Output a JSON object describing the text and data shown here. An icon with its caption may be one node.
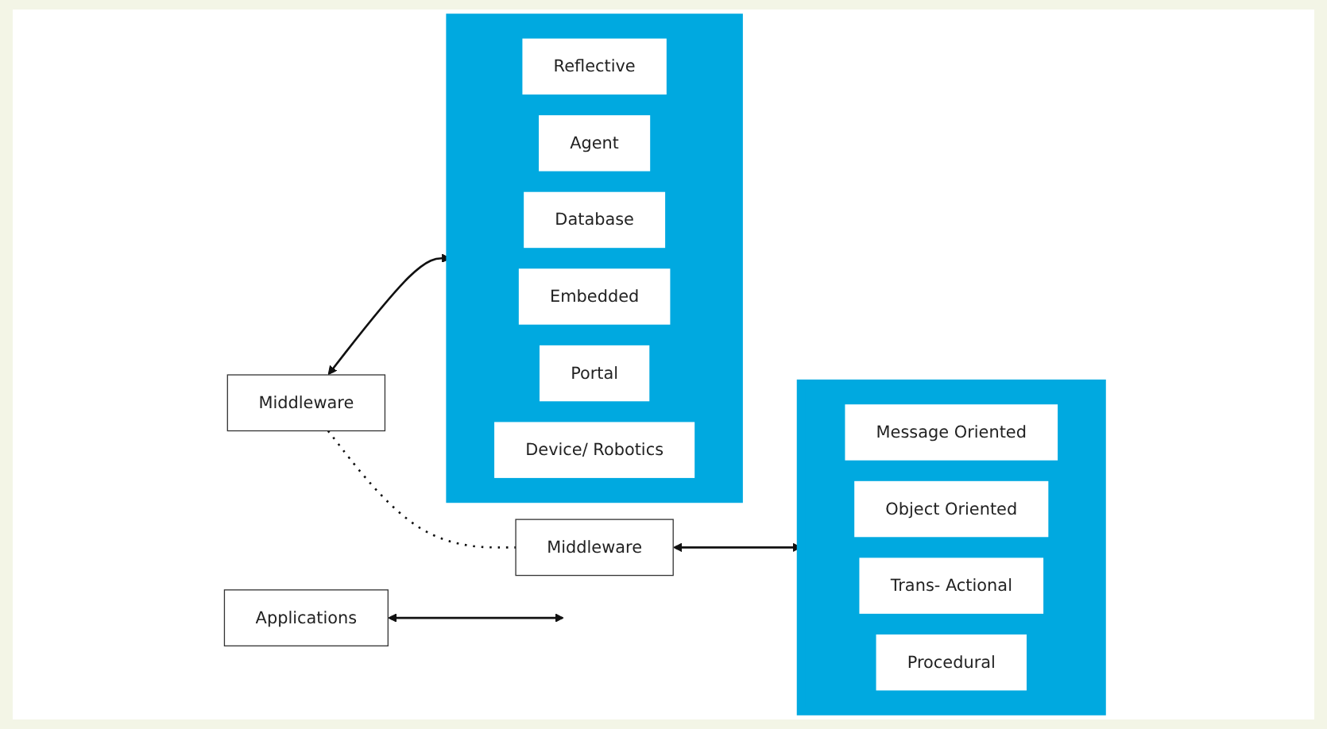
{
  "diagram": {
    "nodes": [
      {
        "text": [
          "Middleware"
        ]
      },
      {
        "text": [],
        "shape": "box"
      },
      {
        "text": [
          "Reflective"
        ],
        "in": 1
      },
      {
        "text": [
          "Agent"
        ],
        "in": 1
      },
      {
        "text": [
          "Database"
        ],
        "in": 1
      },
      {
        "text": [
          "Embedded"
        ],
        "in": 1
      },
      {
        "text": [
          "Portal"
        ],
        "in": 1
      },
      {
        "text": [
          "Device/ Robotics"
        ],
        "in": 1
      },
      {
        "text": [
          "Applications"
        ]
      },
      {
        "text": [
          "Middleware"
        ]
      },
      {
        "text": [],
        "shape": "box"
      },
      {
        "text": [
          "Message Oriented"
        ],
        "in": 10
      },
      {
        "text": [
          "Object Oriented"
        ],
        "in": 10
      },
      {
        "text": [
          "Trans- Actional"
        ],
        "in": 10
      },
      {
        "text": [
          "Procedural"
        ],
        "in": 10
      }
    ],
    "edges": [
      {
        "from": 0,
        "to": 1,
        "arrow": "both"
      },
      {
        "from": 0,
        "to": 9,
        "arrow": "none",
        "style": "dashed"
      },
      {
        "from": 8,
        "to": null,
        "arrow": "both"
      },
      {
        "from": 9,
        "to": 10,
        "arrow": "both"
      }
    ]
  }
}
